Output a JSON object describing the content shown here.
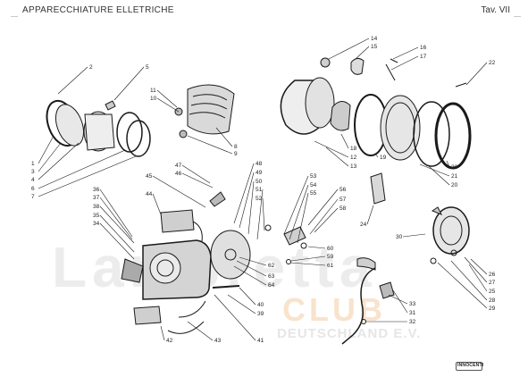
{
  "header": {
    "title": "APPARECCHIATURE ELLETRICHE",
    "plate": "Tav. VII"
  },
  "watermark": {
    "brand": "Lambretta",
    "club": "CLUB",
    "country": "DEUTSCHLAND E.V."
  },
  "logo": {
    "text": "INNOCENTI"
  },
  "callouts": [
    "1",
    "2",
    "3",
    "4",
    "5",
    "6",
    "7",
    "8",
    "9",
    "10",
    "11",
    "12",
    "13",
    "14",
    "15",
    "16",
    "17",
    "18",
    "19",
    "20",
    "21",
    "22",
    "23",
    "24",
    "25",
    "26",
    "27",
    "28",
    "29",
    "30",
    "31",
    "32",
    "33",
    "34",
    "35",
    "36",
    "37",
    "38",
    "39",
    "40",
    "41",
    "42",
    "43",
    "44",
    "45",
    "46",
    "47",
    "48",
    "49",
    "50",
    "51",
    "52",
    "53",
    "54",
    "55",
    "56",
    "57",
    "58",
    "59",
    "60",
    "61",
    "62",
    "63",
    "64"
  ],
  "colors": {
    "line": "#1a1a1a",
    "watermark": "#ececec",
    "club": "#f9e3cc"
  }
}
